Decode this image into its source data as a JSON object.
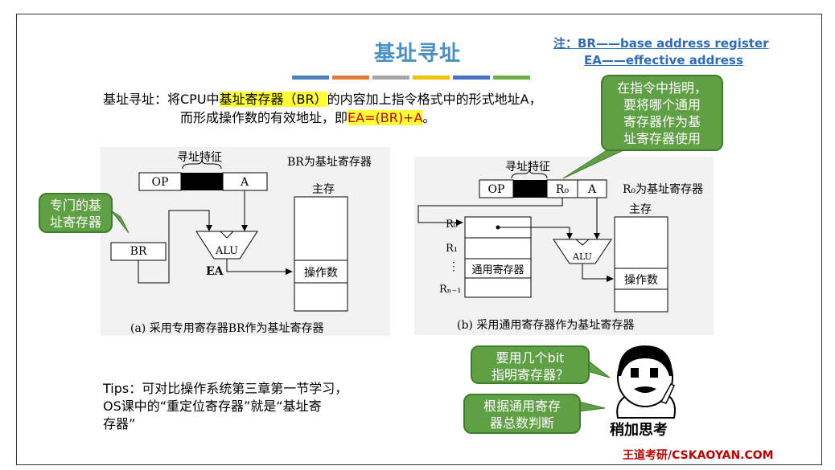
{
  "title": "基址寻址",
  "note": {
    "line1": "注：BR——base address register",
    "line2": "EA——effective address"
  },
  "colors": {
    "bars": [
      "#4f81bd",
      "#e07b39",
      "#a5a5a5",
      "#f2c500",
      "#4472c4",
      "#70ad47"
    ],
    "accent": "#4a90c4",
    "bubble": "#5fa044",
    "highlight": "#ffff33"
  },
  "paragraph": {
    "p1": "基址寻址：将CPU中",
    "p2": "基址寄存器（BR）",
    "p3": "的内容加上指令格式中的形式地址A，",
    "p4": "而形成操作数的有效地址，即",
    "p5": "EA=(BR)+A",
    "p6": "。"
  },
  "bubbles": {
    "left": "专门的基\n址寄存器",
    "right": "在指令中指明，\n要将哪个通用\n寄存器作为基\n址寄存器使用",
    "q1": "要用几个bit\n指明寄存器？",
    "q2": "根据通用寄存\n器总数判断"
  },
  "diagram_a": {
    "label_addr_feature": "寻址特征",
    "label_br_note": "BR为基址寄存器",
    "op": "OP",
    "a": "A",
    "br": "BR",
    "alu": "ALU",
    "ea": "EA",
    "main_memory": "主存",
    "operand": "操作数",
    "caption": "(a) 采用专用寄存器BR作为基址寄存器"
  },
  "diagram_b": {
    "label_addr_feature": "寻址特征",
    "op": "OP",
    "r0_field": "R₀",
    "a": "A",
    "r0_note": "R₀为基址寄存器",
    "main_memory": "主存",
    "r0": "R₀",
    "r1": "R₁",
    "dots": "⋮",
    "rn1": "Rₙ₋₁",
    "gpr": "通用寄存器",
    "alu": "ALU",
    "operand": "操作数",
    "caption": "(b) 采用通用寄存器作为基址寄存器"
  },
  "tips": {
    "line1": "Tips：可对比操作系统第三章第一节学习，",
    "line2": "OS课中的“重定位寄存器”就是“基址寄",
    "line3": "存器”"
  },
  "think_caption": "稍加思考",
  "footer": "王道考研/CSKAOYAN.COM"
}
